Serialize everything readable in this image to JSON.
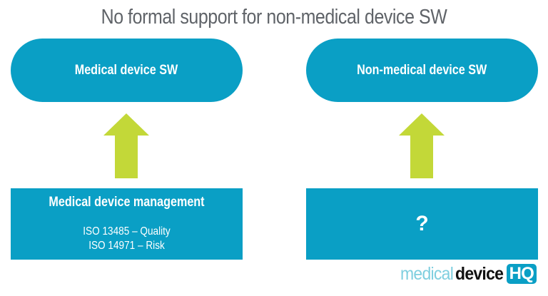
{
  "title": "No formal support for non-medical device SW",
  "colors": {
    "accent_blue": "#0a9fc5",
    "arrow_green": "#c3d838",
    "title_gray": "#5f6368"
  },
  "left_column": {
    "pill_label": "Medical device SW",
    "arrow_icon": "arrow-up-icon",
    "box_heading": "Medical device management",
    "box_lines": [
      "ISO 13485 – Quality",
      "ISO 14971 – Risk"
    ]
  },
  "right_column": {
    "pill_label": "Non-medical device SW",
    "arrow_icon": "arrow-up-icon",
    "box_text": "?"
  },
  "logo": {
    "part1": "medical",
    "part2": "device",
    "part3": "HQ"
  }
}
